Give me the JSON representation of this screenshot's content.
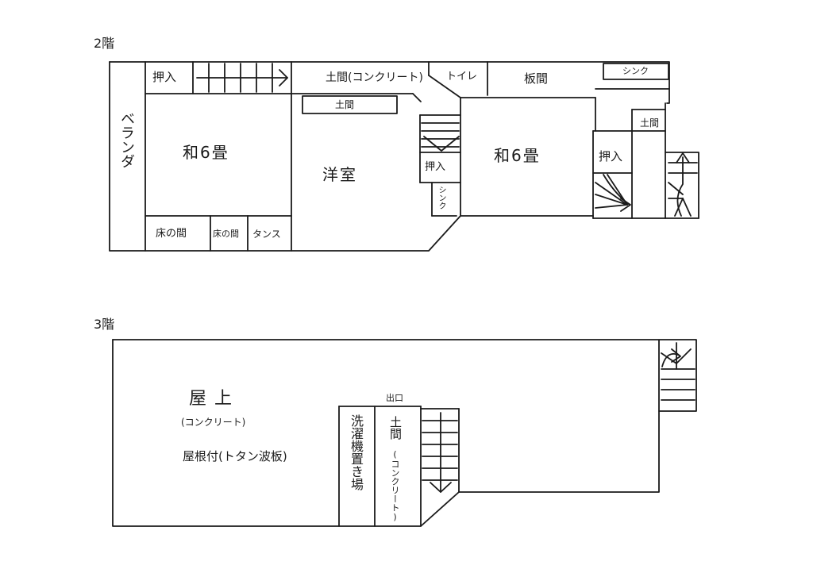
{
  "floor2": {
    "title": "2階",
    "veranda": "ベランダ",
    "oshiire_left": "押入",
    "doma_top": "土間(コンクリート)",
    "doma_small": "土間",
    "toilet": "トイレ",
    "itama": "板間",
    "sink_top": "シンク",
    "doma_right": "土間",
    "washitsu_left": "和6畳",
    "youshitsu": "洋室",
    "oshiire_mid": "押入",
    "sink_mid": "シンク",
    "washitsu_right": "和6畳",
    "oshiire_right": "押入",
    "tokonoma1": "床の間",
    "tokonoma2": "床の間",
    "tansu": "タンス"
  },
  "floor3": {
    "title": "3階",
    "okujo": "屋上",
    "okujo_note": "(コンクリート)",
    "yane": "屋根付(トタン波板)",
    "deguchi": "出口",
    "sentaku": "洗濯機置き場",
    "doma": "土間",
    "doma_note": "(コンクリート)"
  }
}
